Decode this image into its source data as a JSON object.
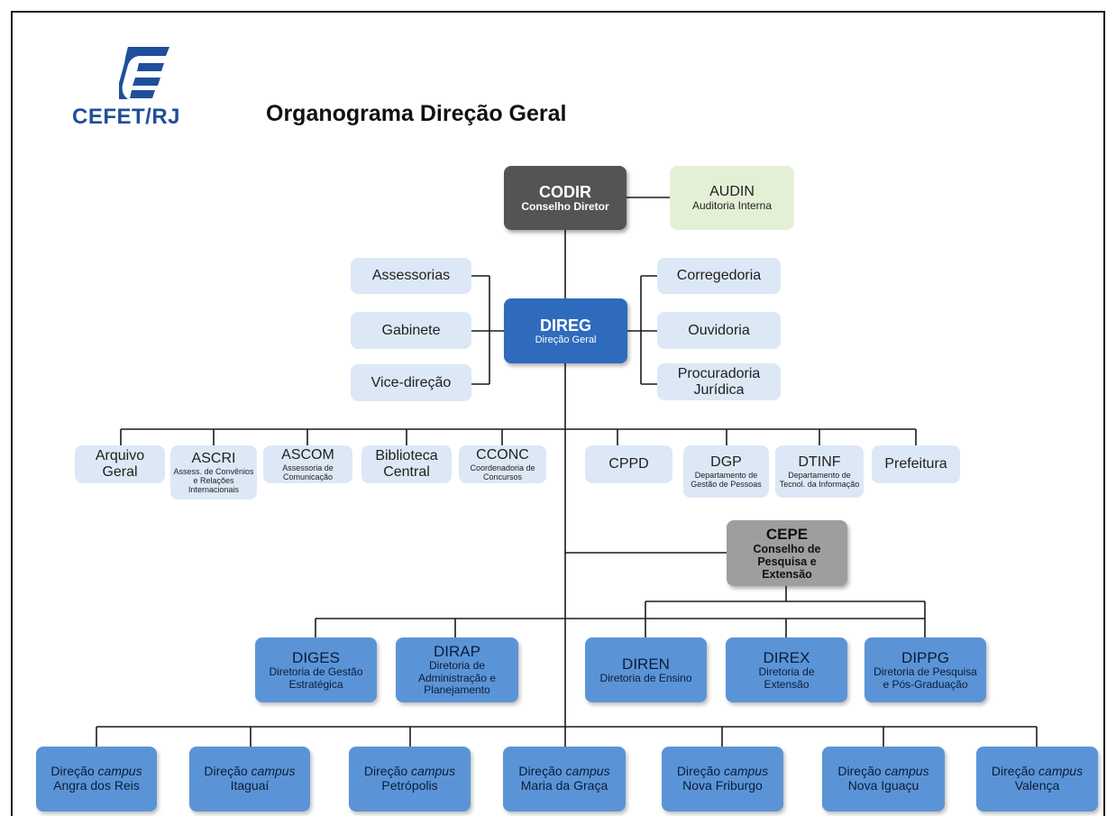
{
  "header": {
    "logo_text": "CEFET/RJ",
    "title": "Organograma Direção Geral"
  },
  "top": {
    "codir": {
      "abbr": "CODIR",
      "full": "Conselho Diretor"
    },
    "audin": {
      "abbr": "AUDIN",
      "full": "Auditoria Interna"
    },
    "direg": {
      "abbr": "DIREG",
      "full": "Direção Geral"
    }
  },
  "left_staff": [
    "Assessorias",
    "Gabinete",
    "Vice-direção"
  ],
  "right_staff": [
    {
      "l1": "Corregedoria",
      "l2": ""
    },
    {
      "l1": "Ouvidoria",
      "l2": ""
    },
    {
      "l1": "Procuradoria",
      "l2": "Jurídica"
    }
  ],
  "units": [
    {
      "abbr": "Arquivo",
      "full": "Geral"
    },
    {
      "abbr": "ASCRI",
      "full": "Assess. de Convênios e Relações Internacionais"
    },
    {
      "abbr": "ASCOM",
      "full": "Assessoria de Comunicação"
    },
    {
      "abbr": "Biblioteca",
      "full": "Central"
    },
    {
      "abbr": "CCONC",
      "full": "Coordenadoria de Concursos"
    },
    {
      "abbr": "CPPD",
      "full": ""
    },
    {
      "abbr": "DGP",
      "full": "Departamento de Gestão de Pessoas"
    },
    {
      "abbr": "DTINF",
      "full": "Departamento de Tecnol. da Informação"
    },
    {
      "abbr": "Prefeitura",
      "full": ""
    }
  ],
  "cepe": {
    "abbr": "CEPE",
    "full": "Conselho de Pesquisa e Extensão"
  },
  "directorates": [
    {
      "abbr": "DIGES",
      "full": "Diretoria de Gestão Estratégica"
    },
    {
      "abbr": "DIRAP",
      "full": "Diretoria de Administração e Planejamento"
    },
    {
      "abbr": "DIREN",
      "full": "Diretoria de Ensino"
    },
    {
      "abbr": "DIREX",
      "full": "Diretoria de Extensão"
    },
    {
      "abbr": "DIPPG",
      "full": "Diretoria de Pesquisa e Pós-Graduação"
    }
  ],
  "campus": {
    "prefix": "Direção",
    "word": "campus",
    "names": [
      "Angra dos Reis",
      "Itaguaí",
      "Petrópolis",
      "Maria da Graça",
      "Nova Friburgo",
      "Nova Iguaçu",
      "Valença"
    ]
  },
  "colors": {
    "council": "#545454",
    "audit": "#e4f0d6",
    "direg": "#2f6bbd",
    "directorate": "#5b94d6",
    "staff": "#dde8f6",
    "cepe": "#9e9e9e",
    "logo": "#1f4f9a"
  }
}
